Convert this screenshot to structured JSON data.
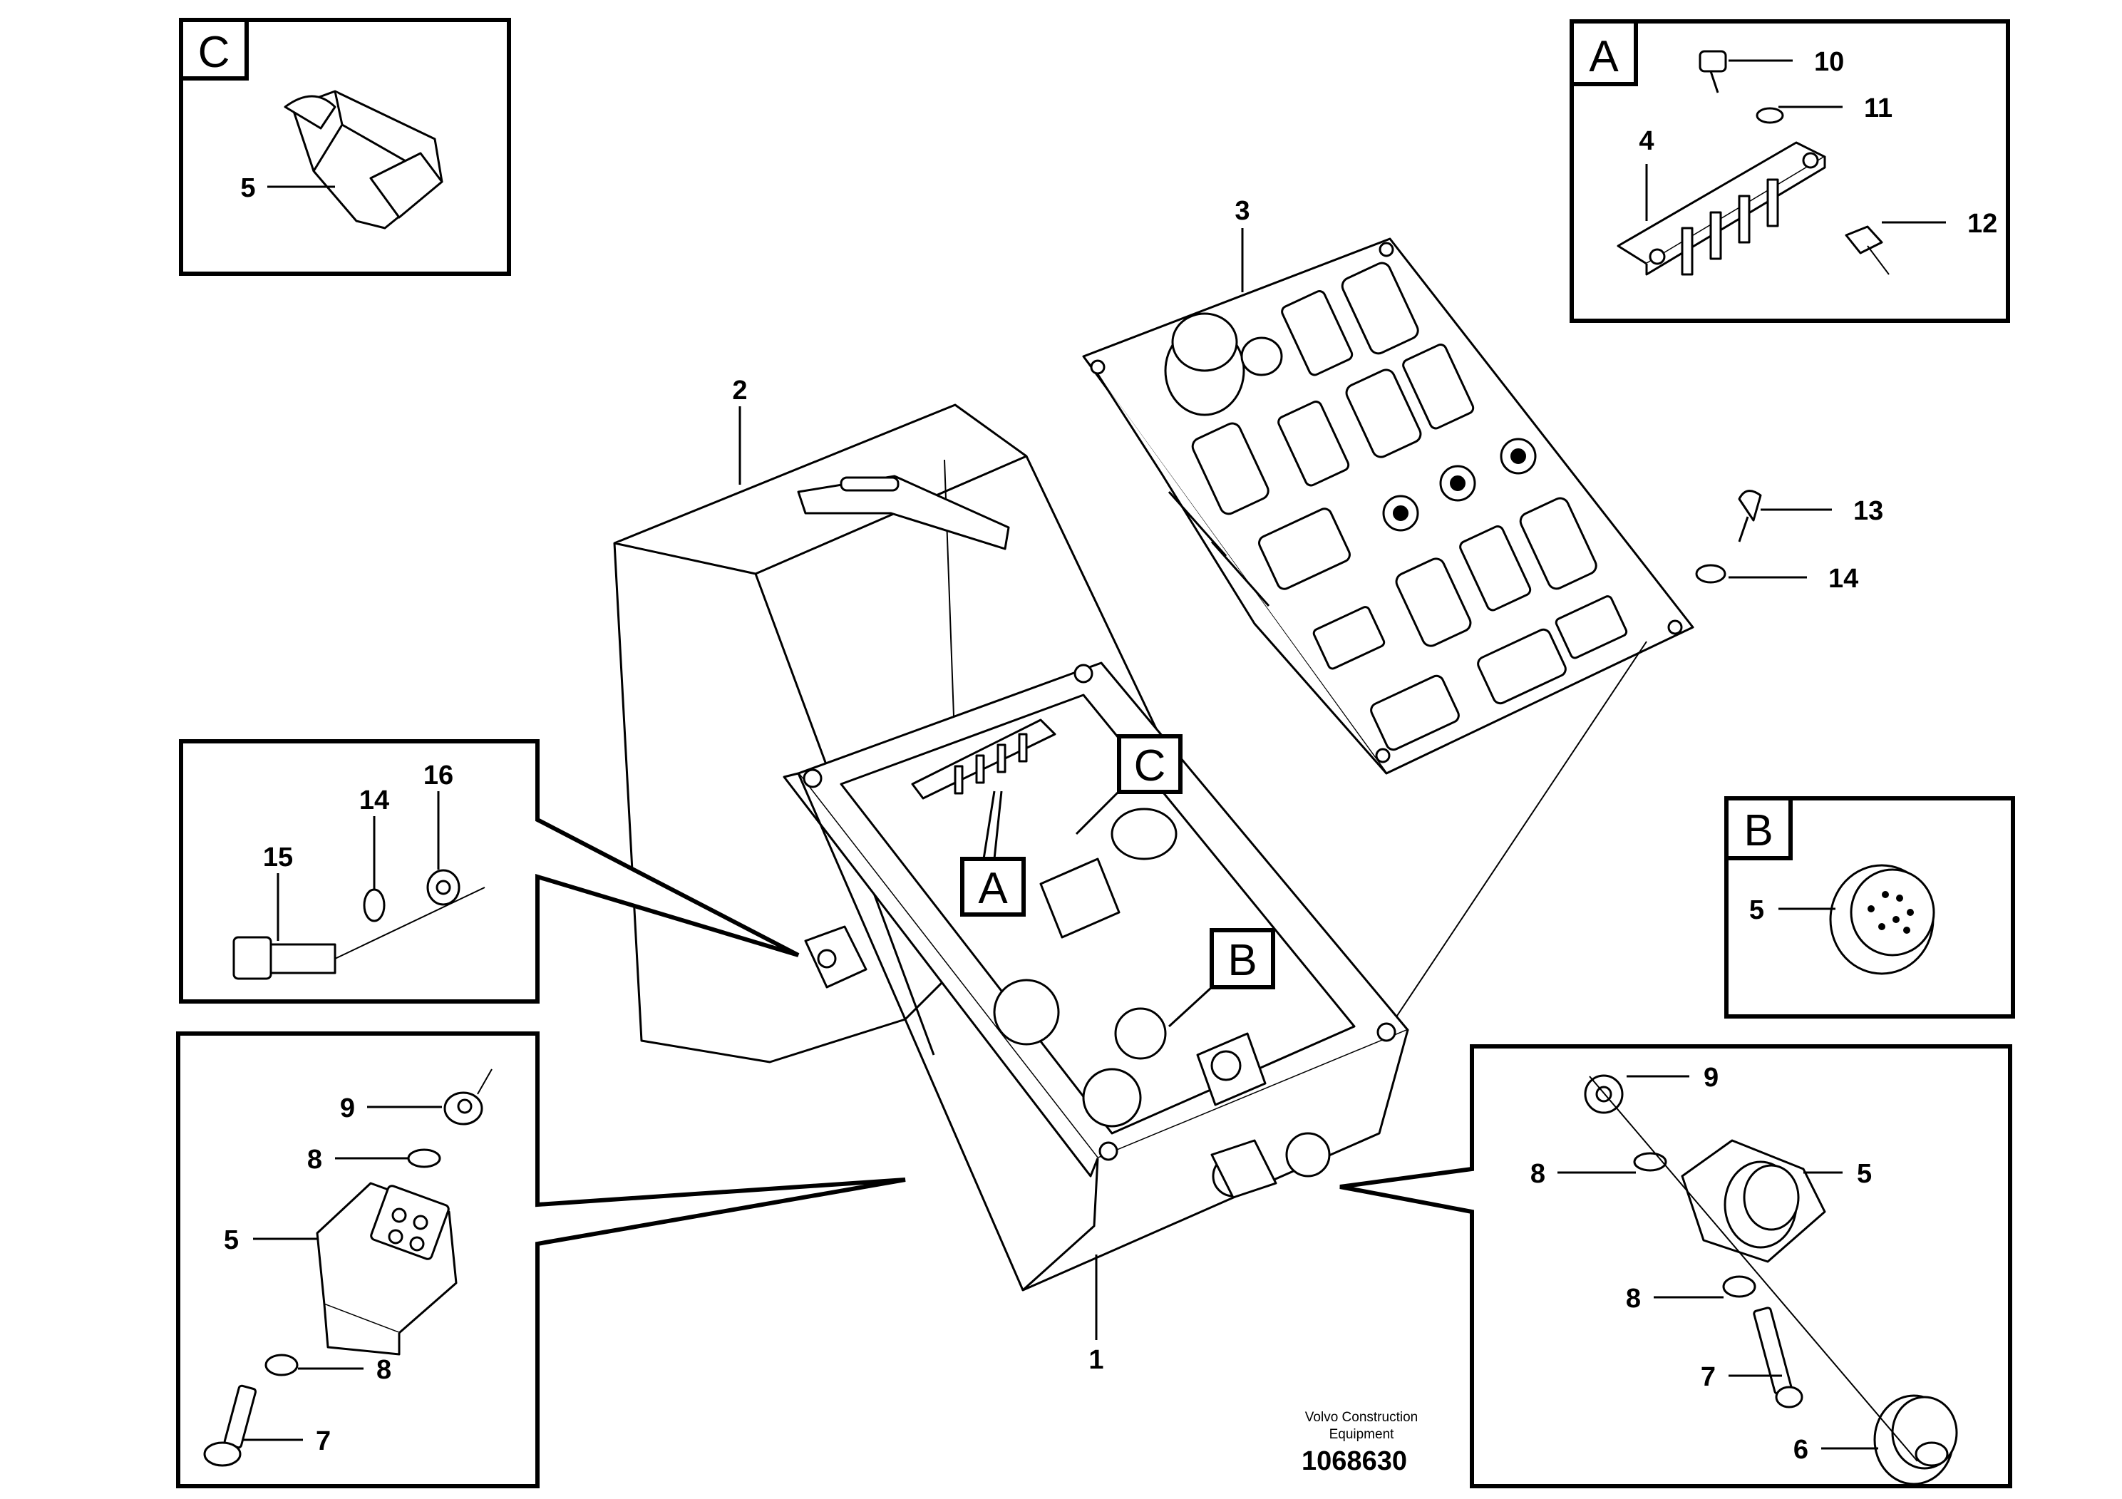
{
  "detail_labels": {
    "a": "A",
    "b": "B",
    "c": "C"
  },
  "callouts": {
    "p1": "1",
    "p2": "2",
    "p3": "3",
    "p4": "4",
    "p5": "5",
    "p6": "6",
    "p7": "7",
    "p8": "8",
    "p9": "9",
    "p10": "10",
    "p11": "11",
    "p12": "12",
    "p13": "13",
    "p14": "14",
    "p15": "15",
    "p16": "16"
  },
  "footer": {
    "publisher_line1": "Volvo Construction",
    "publisher_line2": "Equipment",
    "drawing_number": "1068630"
  }
}
